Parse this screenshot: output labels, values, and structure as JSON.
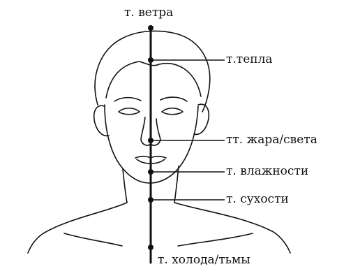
{
  "points": [
    {
      "id": "wind",
      "label": "т. ветра"
    },
    {
      "id": "warmth",
      "label": "т.тепла"
    },
    {
      "id": "heat_light",
      "label": "тт. жара/света"
    },
    {
      "id": "moisture",
      "label": "т. влажности"
    },
    {
      "id": "dryness",
      "label": "т. сухости"
    },
    {
      "id": "cold_dark",
      "label": "т. холода/тьмы"
    }
  ],
  "colors": {
    "ink": "#111111",
    "paper": "#ffffff"
  }
}
